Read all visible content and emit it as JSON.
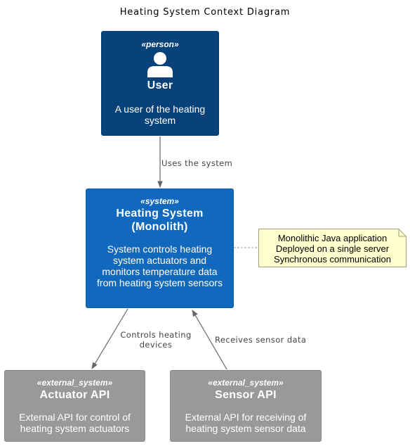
{
  "title": "Heating System Context Diagram",
  "elements": {
    "user": {
      "stereotype": "«person»",
      "name": "User",
      "description": "A user of the heating system",
      "icon": "person-icon",
      "color": "#08427b"
    },
    "system": {
      "stereotype": "«system»",
      "name_line1": "Heating System",
      "name_line2": "(Monolith)",
      "description": "System controls heating system actuators and monitors temperature data from heating system sensors",
      "color": "#1168bd"
    },
    "actuator": {
      "stereotype": "«external_system»",
      "name": "Actuator API",
      "description": "External API for control of heating system actuators",
      "color": "#999999"
    },
    "sensor": {
      "stereotype": "«external_system»",
      "name": "Sensor API",
      "description": "External API for receiving of heating system sensor data",
      "color": "#999999"
    }
  },
  "note": {
    "lines": [
      "Monolithic Java application",
      "Deployed on a single server",
      "Synchronous communication"
    ],
    "color": "#fefece"
  },
  "relationships": {
    "uses": "Uses the system",
    "controls_line1": "Controls heating",
    "controls_line2": "devices",
    "receives": "Receives sensor data"
  }
}
